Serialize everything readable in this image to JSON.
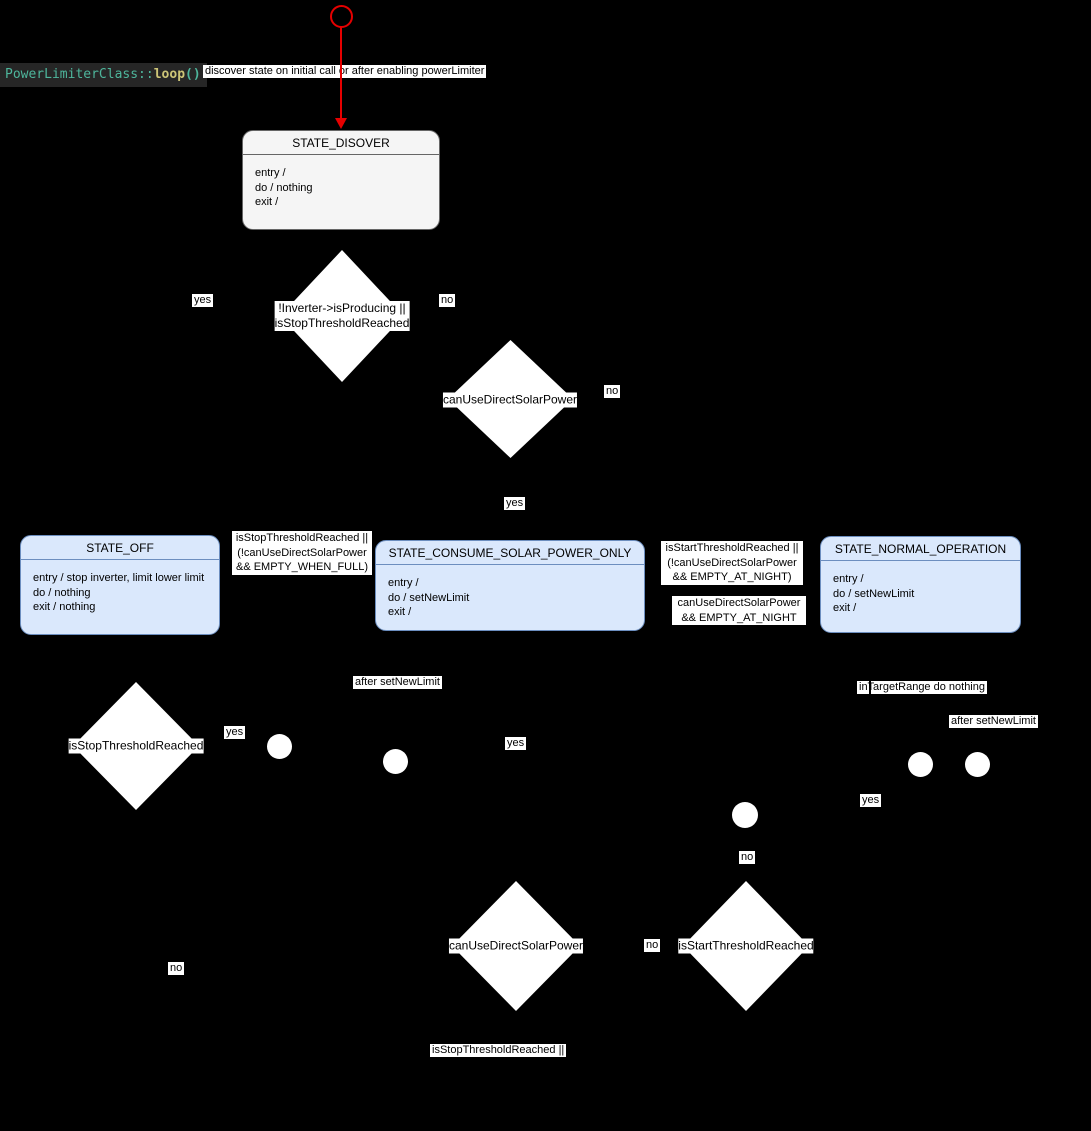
{
  "code_header": {
    "class_name": "PowerLimiterClass::",
    "method_name": "loop",
    "parens": "()"
  },
  "notes": {
    "initial": "discover state on initial call or after enabling powerLimiter",
    "in_target_range": "inTargetRange do nothing",
    "after_set_new_limit": "after setNewLimit",
    "stop_threshold_partial": "isStopThresholdReached ||"
  },
  "branch": {
    "yes": "yes",
    "no": "no"
  },
  "guards": {
    "to_off": [
      "isStopThresholdReached ||",
      "(!canUseDirectSolarPower",
      "&& EMPTY_WHEN_FULL)"
    ],
    "to_normal": [
      "isStartThresholdReached ||",
      "(!canUseDirectSolarPower",
      "&& EMPTY_AT_NIGHT)"
    ],
    "to_consume": [
      "canUseDirectSolarPower",
      "&& EMPTY_AT_NIGHT"
    ]
  },
  "states": {
    "discover": {
      "title": "STATE_DISOVER",
      "lines": [
        "entry /",
        "do / nothing",
        "exit /"
      ]
    },
    "off": {
      "title": "STATE_OFF",
      "lines": [
        "entry / stop inverter, limit lower limit",
        "do / nothing",
        "exit / nothing"
      ]
    },
    "consume": {
      "title": "STATE_CONSUME_SOLAR_POWER_ONLY",
      "lines": [
        "entry /",
        "do / setNewLimit",
        "exit /"
      ]
    },
    "normal": {
      "title": "STATE_NORMAL_OPERATION",
      "lines": [
        "entry /",
        "do / setNewLimit",
        "exit /"
      ]
    }
  },
  "decisions": {
    "inverter_producing": {
      "lines": [
        "!Inverter->isProducing ||",
        "isStopThresholdReached"
      ]
    },
    "can_use_direct_solar_upper": {
      "label": "canUseDirectSolarPower"
    },
    "stop_threshold": {
      "label": "isStopThresholdReached"
    },
    "can_use_direct_solar_lower": {
      "label": "canUseDirectSolarPower"
    },
    "start_threshold": {
      "label": "isStartThresholdReached"
    }
  },
  "colors": {
    "background": "#000000",
    "state_blue_fill": "#dae8fc",
    "state_blue_border": "#6c8ebf",
    "state_gray_fill": "#f5f5f5",
    "state_gray_border": "#666666",
    "node_white": "#ffffff",
    "accent_red": "#e60000",
    "code_bg": "#262626",
    "code_teal": "#4eb69c",
    "code_yellow": "#cdc577"
  }
}
